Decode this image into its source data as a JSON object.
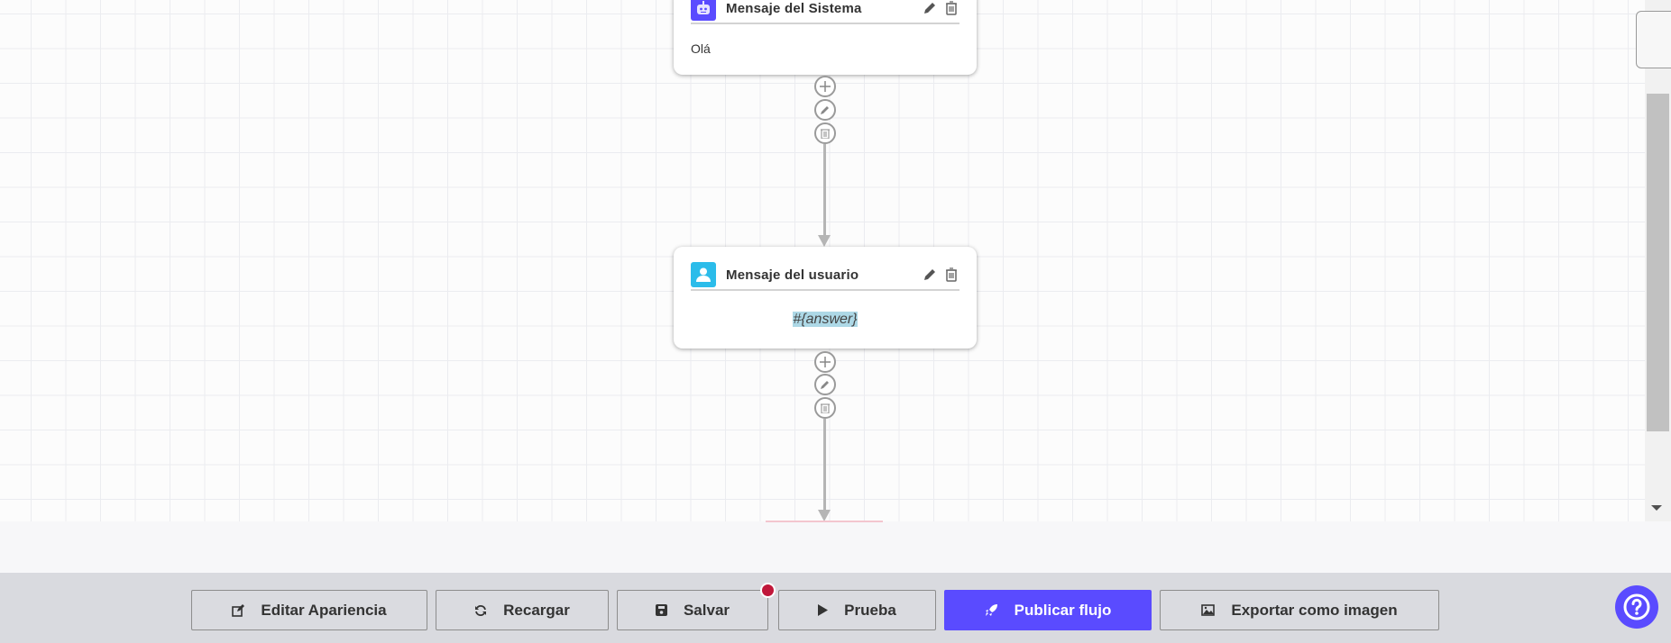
{
  "nodes": [
    {
      "title": "Mensaje del Sistema",
      "body": "Olá",
      "icon": "robot-icon",
      "icon_color": "#5a4bff"
    },
    {
      "title": "Mensaje del usuario",
      "body": "#{answer}",
      "icon": "user-icon",
      "icon_color": "#2bbcea",
      "body_highlight": "#add8e6"
    }
  ],
  "toolbar": {
    "edit_appearance": "Editar Apariencia",
    "reload": "Recargar",
    "save": "Salvar",
    "test": "Prueba",
    "publish": "Publicar flujo",
    "export": "Exportar como imagen"
  },
  "colors": {
    "accent": "#5a4bff",
    "unsaved_dot": "#c0173a"
  }
}
